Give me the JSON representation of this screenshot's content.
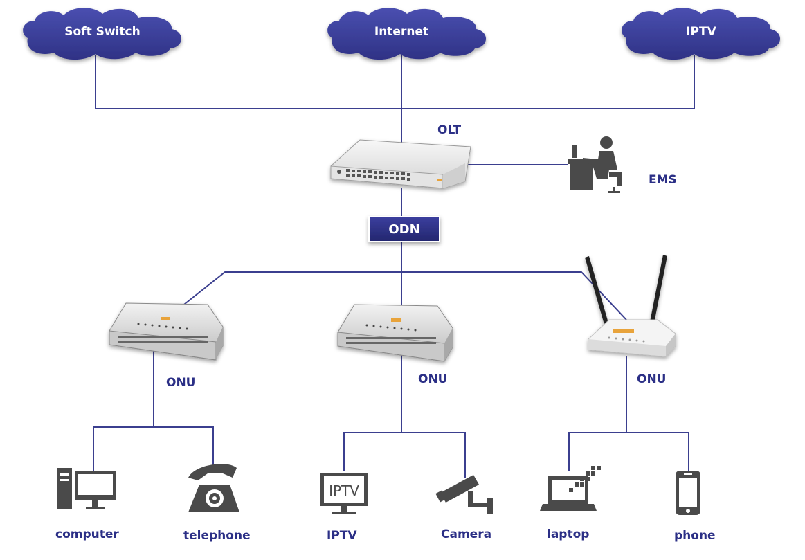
{
  "clouds": {
    "soft_switch": "Soft Switch",
    "internet": "Internet",
    "iptv": "IPTV"
  },
  "olt_label": "OLT",
  "ems_label": "EMS",
  "odn_label": "ODN",
  "onu_labels": [
    "ONU",
    "ONU",
    "ONU"
  ],
  "devices": {
    "computer": "computer",
    "telephone": "telephone",
    "iptv": "IPTV",
    "camera": "Camera",
    "laptop": "laptop",
    "phone": "phone"
  },
  "iptv_screen_text": "IPTV",
  "colors": {
    "cloud": "#3a3d96",
    "line": "#3b3f8f",
    "label": "#2b2f86",
    "icon": "#4a4a4a"
  }
}
